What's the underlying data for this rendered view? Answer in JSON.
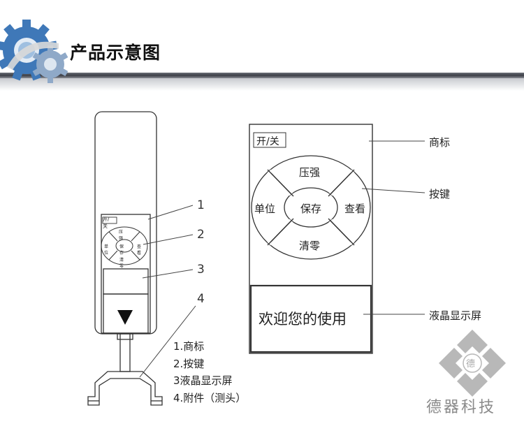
{
  "header": {
    "title": "产品示意图"
  },
  "left_device": {
    "key_labels": {
      "onoff": "开/关",
      "press": "压强",
      "unit": "单位",
      "save": "保存",
      "check": "查看",
      "zero": "清零"
    },
    "callout_numbers": [
      "1",
      "2",
      "3",
      "4"
    ]
  },
  "legend": {
    "items": [
      "1.商标",
      "2.按键",
      "3液晶显示屏",
      "4.附件（测头）"
    ]
  },
  "right_panel": {
    "onoff": "开/关",
    "press": "压强",
    "unit": "单位",
    "save": "保存",
    "check": "查看",
    "zero": "清零",
    "display_text": "欢迎您的使用"
  },
  "callouts": {
    "brand": "商标",
    "keys": "按键",
    "lcd": "液晶显示屏"
  },
  "watermark": {
    "name": "德器科技",
    "seal": "德"
  },
  "colors": {
    "header_dark": "#4a4e58",
    "gear_blue": "#3f78b8",
    "watermark_gray": "#9a9a9a"
  }
}
